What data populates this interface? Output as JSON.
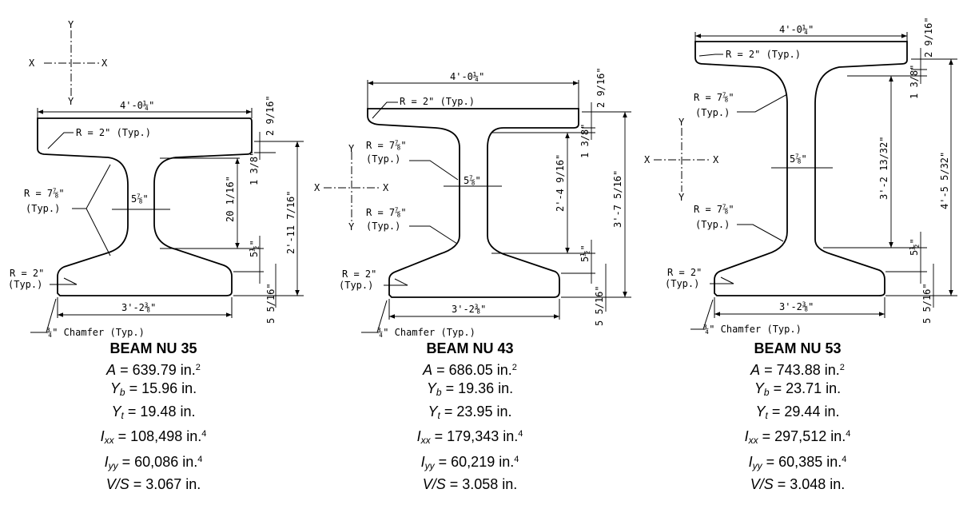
{
  "axes": {
    "x": "X",
    "y": "Y"
  },
  "beams": [
    {
      "title": "BEAM NU 35",
      "dims": {
        "top_width": "4'-0¼\"",
        "bottom_width": "3'-2⅜\"",
        "radius_top": "R = 2\" (Typ.)",
        "radius_mid": "R = 7⅞\"",
        "radius_mid_typ": "(Typ.)",
        "radius_bot": "R = 2\"",
        "radius_bot_typ": "(Typ.)",
        "web": "5⅞\"",
        "chamfer": "¾\" Chamfer (Typ.)",
        "top_flange": "2 9/16\"",
        "top_taper": "1 3/8\"",
        "web_height": "20 1/16\"",
        "bot_taper": "5½\"",
        "bot_flange": "5 5/16\"",
        "total_height": "2'-11 7/16\""
      },
      "props": {
        "A_sym": "A",
        "A": " = 639.79 in.",
        "A_exp": "2",
        "Yb_sym": "Y",
        "Yb_sub": "b",
        "Yb": " = 15.96 in.",
        "Yt_sym": "Y",
        "Yt_sub": "t",
        "Yt": " = 19.48 in.",
        "Ixx_sym": "I",
        "Ixx_sub": "xx",
        "Ixx": " = 108,498 in.",
        "Ixx_exp": "4",
        "Iyy_sym": "I",
        "Iyy_sub": "yy",
        "Iyy": " = 60,086 in.",
        "Iyy_exp": "4",
        "VS_sym": "V/S",
        "VS": " = 3.067 in."
      }
    },
    {
      "title": "BEAM NU 43",
      "dims": {
        "top_width": "4'-0¼\"",
        "bottom_width": "3'-2⅜\"",
        "radius_top": "R = 2\" (Typ.)",
        "radius_mid": "R = 7⅞\"",
        "radius_mid_typ": "(Typ.)",
        "radius_bot": "R = 2\"",
        "radius_bot_typ": "(Typ.)",
        "web": "5⅞\"",
        "chamfer": "¾\" Chamfer (Typ.)",
        "top_flange": "2 9/16\"",
        "top_taper": "1 3/8\"",
        "web_height": "2'-4 9/16\"",
        "bot_taper": "5½\"",
        "bot_flange": "5 5/16\"",
        "total_height": "3'-7 5/16\""
      },
      "props": {
        "A_sym": "A",
        "A": " = 686.05 in.",
        "A_exp": "2",
        "Yb_sym": "Y",
        "Yb_sub": "b",
        "Yb": " = 19.36 in.",
        "Yt_sym": "Y",
        "Yt_sub": "t",
        "Yt": " = 23.95 in.",
        "Ixx_sym": "I",
        "Ixx_sub": "xx",
        "Ixx": " = 179,343 in.",
        "Ixx_exp": "4",
        "Iyy_sym": "I",
        "Iyy_sub": "yy",
        "Iyy": " = 60,219 in.",
        "Iyy_exp": "4",
        "VS_sym": "V/S",
        "VS": " = 3.058 in."
      }
    },
    {
      "title": "BEAM NU 53",
      "dims": {
        "top_width": "4'-0¼\"",
        "bottom_width": "3'-2⅜\"",
        "radius_top": "R = 2\" (Typ.)",
        "radius_mid": "R = 7⅞\"",
        "radius_mid_typ": "(Typ.)",
        "radius_bot": "R = 2\"",
        "radius_bot_typ": "(Typ.)",
        "web": "5⅞\"",
        "chamfer": "¾\" Chamfer (Typ.)",
        "top_flange": "2 9/16\"",
        "top_taper": "1 3/8\"",
        "web_height": "3'-2 13/32\"",
        "bot_taper": "5½\"",
        "bot_flange": "5 5/16\"",
        "total_height": "4'-5 5/32\""
      },
      "props": {
        "A_sym": "A",
        "A": " = 743.88 in.",
        "A_exp": "2",
        "Yb_sym": "Y",
        "Yb_sub": "b",
        "Yb": " = 23.71 in.",
        "Yt_sym": "Y",
        "Yt_sub": "t",
        "Yt": " = 29.44 in.",
        "Ixx_sym": "I",
        "Ixx_sub": "xx",
        "Ixx": " = 297,512 in.",
        "Ixx_exp": "4",
        "Iyy_sym": "I",
        "Iyy_sub": "yy",
        "Iyy": " = 60,385 in.",
        "Iyy_exp": "4",
        "VS_sym": "V/S",
        "VS": " = 3.048 in."
      }
    }
  ]
}
